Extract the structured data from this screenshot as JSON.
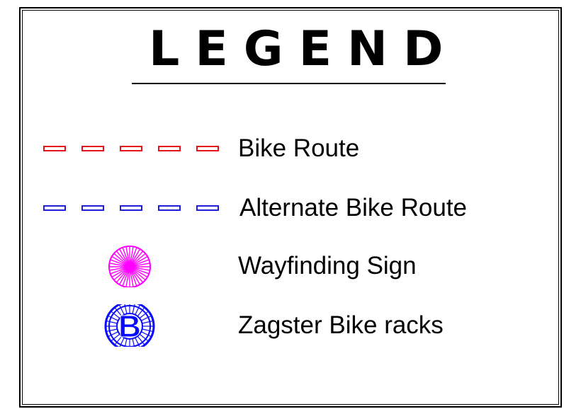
{
  "legend": {
    "title": "LEGEND",
    "items": [
      {
        "label": "Bike Route",
        "symbol": "red-dashed-line",
        "color": "#e0161c"
      },
      {
        "label": "Alternate Bike Route",
        "symbol": "blue-dashed-line",
        "color": "#1e1ed8"
      },
      {
        "label": "Wayfinding Sign",
        "symbol": "magenta-sunburst-icon",
        "color": "#ff00ff"
      },
      {
        "label": "Zagster Bike racks",
        "symbol": "blue-bike-wheel-b-icon",
        "color": "#0a0aff"
      }
    ]
  }
}
